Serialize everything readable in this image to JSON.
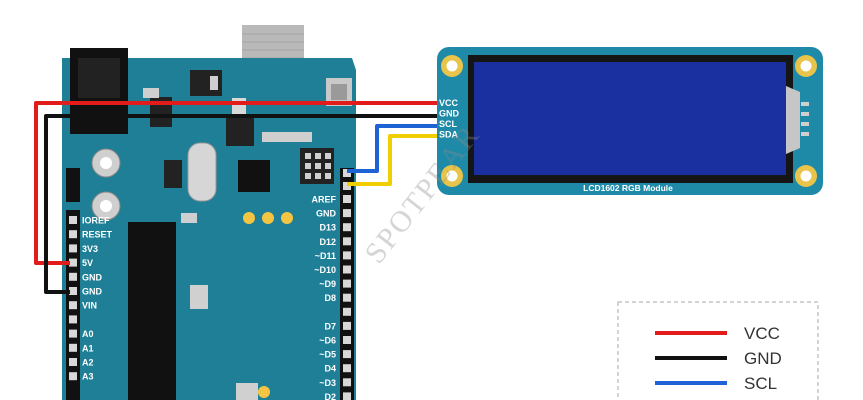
{
  "colors": {
    "board": "#1e7f96",
    "lcd_board": "#1f8aa8",
    "screen": "#1a2fa0",
    "vcc": "#e21b1b",
    "gnd": "#111111",
    "scl": "#1e63d6",
    "sda": "#f0cf00"
  },
  "arduino": {
    "left_header": [
      "IOREF",
      "RESET",
      "3V3",
      "5V",
      "GND",
      "GND",
      "VIN",
      "",
      "A0",
      "A1",
      "A2",
      "A3"
    ],
    "right_header": [
      "AREF",
      "GND",
      "D13",
      "D12",
      "~D11",
      "~D10",
      "~D9",
      "D8",
      "",
      "D7",
      "~D6",
      "~D5",
      "D4",
      "~D3",
      "D2"
    ]
  },
  "lcd": {
    "pins": [
      "VCC",
      "GND",
      "SCL",
      "SDA"
    ],
    "label": "LCD1602 RGB Module"
  },
  "legend": {
    "items": [
      {
        "label": "VCC",
        "color": "#e21b1b"
      },
      {
        "label": "GND",
        "color": "#111111"
      },
      {
        "label": "SCL",
        "color": "#1e63d6"
      }
    ]
  },
  "watermark": "SPOTPEAR"
}
